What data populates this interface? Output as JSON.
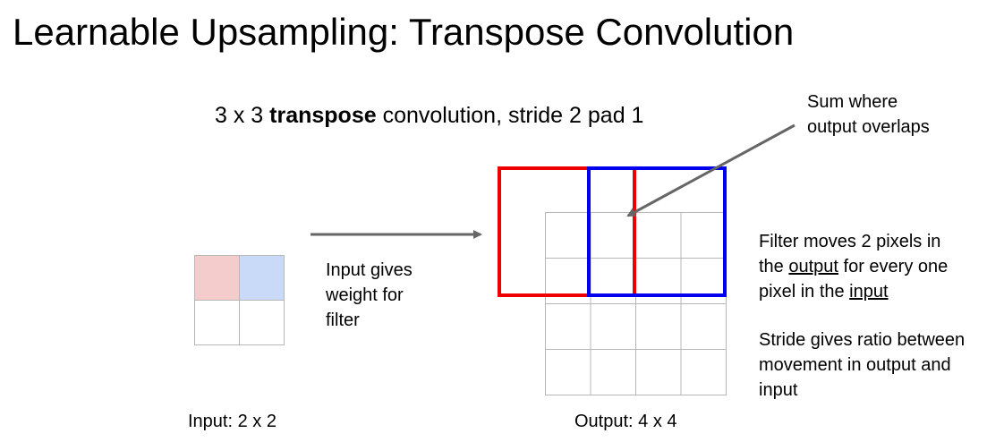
{
  "title": "Learnable Upsampling: Transpose Convolution",
  "subtitle": {
    "part1": "3 x 3 ",
    "bold": "transpose",
    "part2": " convolution, stride 2 pad 1"
  },
  "callout_sum": {
    "line1": "Sum where",
    "line2": "output overlaps"
  },
  "input_note": {
    "line1": "Input gives",
    "line2": "weight for",
    "line3": "filter"
  },
  "filter_note": {
    "line1": "Filter moves 2 pixels in",
    "line2_pre": "the ",
    "line2_u": "output",
    "line2_post": " for every one",
    "line3_pre": "pixel in the ",
    "line3_u": "input"
  },
  "stride_note": {
    "line1": "Stride gives ratio between",
    "line2": "movement in output and",
    "line3": "input"
  },
  "input_label": "Input: 2 x 2",
  "output_label": "Output: 4 x 4",
  "colors": {
    "red_filter": "#ee0000",
    "blue_filter": "#0000ee",
    "input_red_cell": "#f4cccc",
    "input_blue_cell": "#c9daf8",
    "grid": "#b7b7b7",
    "arrow": "#666666"
  }
}
